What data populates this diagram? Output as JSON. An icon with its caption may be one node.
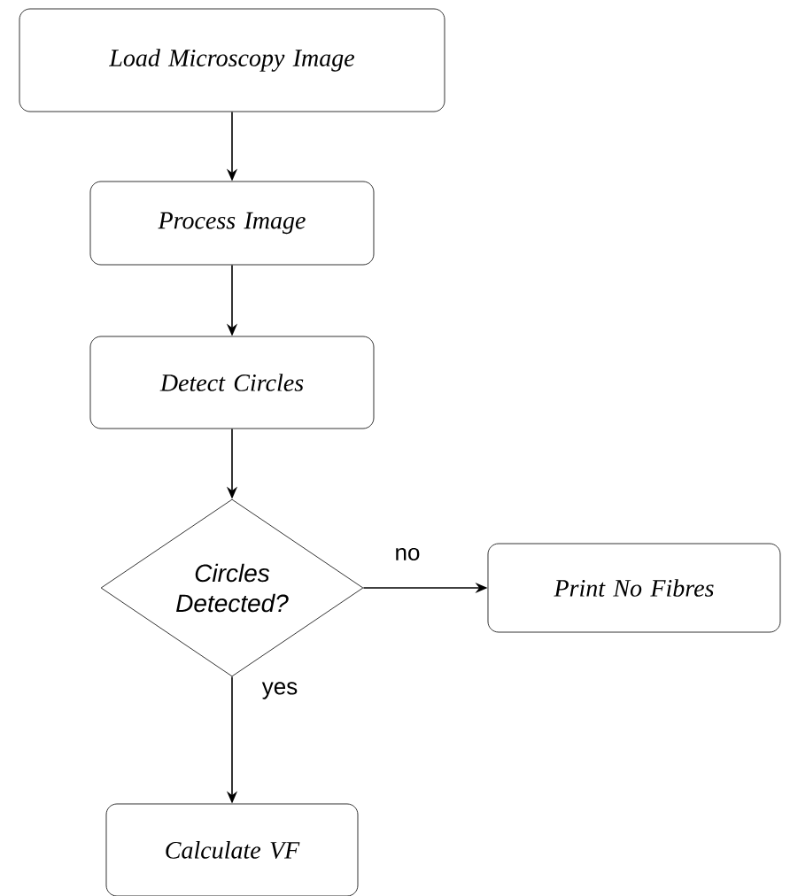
{
  "diagram": {
    "nodes": [
      {
        "text": [
          "Load Microscopy Image"
        ]
      },
      {
        "text": [
          "Process Image"
        ]
      },
      {
        "text": [
          "Detect Circles"
        ]
      },
      {
        "text": [
          "Circles Detected?"
        ]
      },
      {
        "text": [
          "Print No Fibres"
        ]
      },
      {
        "text": [
          "Calculate VF"
        ]
      }
    ],
    "edges": [
      {
        "from": 0,
        "to": 1,
        "arrow": "to"
      },
      {
        "from": 1,
        "to": 2,
        "arrow": "to"
      },
      {
        "from": 2,
        "to": 3,
        "arrow": "to"
      },
      {
        "from": 3,
        "to": 4,
        "arrow": "to",
        "label": "no"
      },
      {
        "from": 3,
        "to": 5,
        "arrow": "to",
        "label": "yes"
      }
    ]
  }
}
